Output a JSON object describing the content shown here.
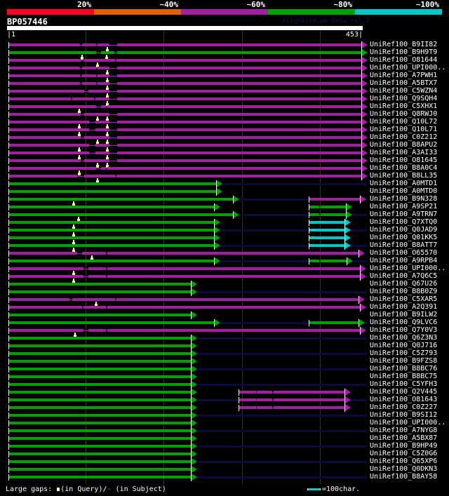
{
  "header": {
    "scale_labels": [
      "20%",
      "~40%",
      "~60%",
      "~80%",
      "~100%"
    ],
    "scale_colors": [
      "#ff0022",
      "#e06000",
      "#a020a0",
      "#00a000",
      "#00c8c8"
    ],
    "query_name": "BP057446",
    "credit": "AlignView.pm Beta rel.7",
    "query_start": "|1",
    "query_end": "453|",
    "query_length": 453
  },
  "colors": {
    "magenta": "#a020a0",
    "green": "#00a000",
    "cyan": "#00c8c8",
    "gap_marker": "#ffff80"
  },
  "rows": [
    {
      "id": "UniRef100_B9II82",
      "blocks": [
        {
          "c": "magenta",
          "s": [
            [
              1,
              93
            ],
            [
              95,
              113
            ],
            [
              115,
              130
            ],
            [
              140,
              453
            ]
          ]
        }
      ],
      "gaps": [
        128
      ]
    },
    {
      "id": "UniRef100_B9H9T9",
      "blocks": [
        {
          "c": "green",
          "s": [
            [
              1,
              113
            ],
            [
              120,
              137
            ],
            [
              140,
              453
            ]
          ]
        }
      ],
      "gaps": [
        95,
        127
      ]
    },
    {
      "id": "UniRef100_O81644",
      "blocks": [
        {
          "c": "magenta",
          "s": [
            [
              1,
              94
            ],
            [
              98,
              138
            ],
            [
              139,
              453
            ]
          ]
        }
      ],
      "gaps": [
        115
      ]
    },
    {
      "id": "UniRef100_UPI000..",
      "blocks": [
        {
          "c": "magenta",
          "s": [
            [
              1,
              93
            ],
            [
              95,
              113
            ],
            [
              115,
              130
            ],
            [
              140,
              453
            ]
          ]
        }
      ],
      "gaps": [
        128
      ]
    },
    {
      "id": "UniRef100_A7PWH1",
      "blocks": [
        {
          "c": "magenta",
          "s": [
            [
              1,
              93
            ],
            [
              95,
              113
            ],
            [
              115,
              130
            ],
            [
              140,
              453
            ]
          ]
        }
      ],
      "gaps": [
        128
      ]
    },
    {
      "id": "UniRef100_A5BTX7",
      "blocks": [
        {
          "c": "magenta",
          "s": [
            [
              1,
              93
            ],
            [
              95,
              113
            ],
            [
              115,
              130
            ],
            [
              140,
              453
            ]
          ]
        }
      ],
      "gaps": [
        128
      ]
    },
    {
      "id": "UniRef100_C5WZN4",
      "blocks": [
        {
          "c": "magenta",
          "s": [
            [
              1,
              98
            ],
            [
              103,
              130
            ],
            [
              140,
              453
            ]
          ]
        }
      ],
      "gaps": [
        128
      ]
    },
    {
      "id": "UniRef100_Q9SQH4",
      "blocks": [
        {
          "c": "magenta",
          "s": [
            [
              1,
              81
            ],
            [
              83,
              111
            ],
            [
              112,
              130
            ],
            [
              140,
              453
            ]
          ]
        }
      ],
      "gaps": [
        128
      ]
    },
    {
      "id": "UniRef100_C5XHX1",
      "blocks": [
        {
          "c": "magenta",
          "s": [
            [
              1,
              113
            ],
            [
              120,
              126
            ],
            [
              128,
              453
            ]
          ]
        }
      ],
      "gaps": [
        92
      ]
    },
    {
      "id": "UniRef100_Q8RWJ0",
      "blocks": [
        {
          "c": "magenta",
          "s": [
            [
              1,
              94
            ],
            [
              98,
              130
            ],
            [
              140,
              453
            ]
          ]
        }
      ],
      "gaps": [
        115,
        128
      ]
    },
    {
      "id": "UniRef100_Q10L72",
      "blocks": [
        {
          "c": "magenta",
          "s": [
            [
              1,
              104
            ],
            [
              112,
              130
            ],
            [
              140,
              453
            ]
          ]
        }
      ],
      "gaps": [
        92,
        128
      ]
    },
    {
      "id": "UniRef100_Q10L71",
      "blocks": [
        {
          "c": "magenta",
          "s": [
            [
              1,
              104
            ],
            [
              112,
              130
            ],
            [
              140,
              453
            ]
          ]
        }
      ],
      "gaps": [
        92,
        128
      ]
    },
    {
      "id": "UniRef100_C0Z212",
      "blocks": [
        {
          "c": "magenta",
          "s": [
            [
              1,
              94
            ],
            [
              98,
              130
            ],
            [
              140,
              453
            ]
          ]
        }
      ],
      "gaps": [
        115,
        128
      ]
    },
    {
      "id": "UniRef100_B8APU2",
      "blocks": [
        {
          "c": "magenta",
          "s": [
            [
              1,
              104
            ],
            [
              112,
              130
            ],
            [
              140,
              453
            ]
          ]
        }
      ],
      "gaps": [
        92,
        128
      ]
    },
    {
      "id": "UniRef100_A3AI33",
      "blocks": [
        {
          "c": "magenta",
          "s": [
            [
              1,
              104
            ],
            [
              112,
              130
            ],
            [
              140,
              453
            ]
          ]
        }
      ],
      "gaps": [
        92,
        128
      ]
    },
    {
      "id": "UniRef100_O81645",
      "blocks": [
        {
          "c": "magenta",
          "s": [
            [
              1,
              94
            ],
            [
              98,
              130
            ],
            [
              140,
              453
            ]
          ]
        }
      ],
      "gaps": [
        115,
        128
      ]
    },
    {
      "id": "UniRef100_B8A0C4",
      "blocks": [
        {
          "c": "magenta",
          "s": [
            [
              1,
              113
            ],
            [
              120,
              126
            ],
            [
              128,
              453
            ]
          ]
        }
      ],
      "gaps": [
        92
      ]
    },
    {
      "id": "UniRef100_B8LL35",
      "blocks": [
        {
          "c": "magenta",
          "s": [
            [
              1,
              89
            ],
            [
              98,
              138
            ],
            [
              139,
              453
            ]
          ]
        }
      ],
      "gaps": [
        115
      ]
    },
    {
      "id": "UniRef100_A0MTD1",
      "blocks": [
        {
          "c": "green",
          "s": [
            [
              1,
              267
            ]
          ]
        }
      ],
      "gaps": []
    },
    {
      "id": "UniRef100_A0MTD0",
      "blocks": [
        {
          "c": "green",
          "s": [
            [
              1,
              267
            ]
          ]
        }
      ],
      "gaps": []
    },
    {
      "id": "UniRef100_B9N328",
      "blocks": [
        {
          "c": "green",
          "s": [
            [
              1,
              289
            ]
          ]
        },
        {
          "c": "magenta",
          "s": [
            [
              386,
              451
            ]
          ]
        }
      ],
      "gaps": [
        85
      ]
    },
    {
      "id": "UniRef100_A9SP21",
      "blocks": [
        {
          "c": "green",
          "s": [
            [
              1,
              264
            ]
          ]
        },
        {
          "c": "green",
          "s": [
            [
              386,
              399
            ],
            [
              401,
              433
            ]
          ]
        }
      ],
      "gaps": []
    },
    {
      "id": "UniRef100_A9TRN7",
      "blocks": [
        {
          "c": "green",
          "s": [
            [
              1,
              289
            ]
          ]
        },
        {
          "c": "green",
          "s": [
            [
              386,
              399
            ],
            [
              401,
              433
            ]
          ]
        }
      ],
      "gaps": [
        91
      ]
    },
    {
      "id": "UniRef100_Q7XTQ0",
      "blocks": [
        {
          "c": "green",
          "s": [
            [
              1,
              264
            ]
          ]
        },
        {
          "c": "cyan",
          "s": [
            [
              386,
              431
            ]
          ]
        }
      ],
      "gaps": [
        85
      ]
    },
    {
      "id": "UniRef100_Q0JAD9",
      "blocks": [
        {
          "c": "green",
          "s": [
            [
              1,
              264
            ]
          ]
        },
        {
          "c": "cyan",
          "s": [
            [
              386,
              431
            ]
          ]
        }
      ],
      "gaps": [
        85
      ]
    },
    {
      "id": "UniRef100_Q01KK5",
      "blocks": [
        {
          "c": "green",
          "s": [
            [
              1,
              264
            ]
          ]
        },
        {
          "c": "cyan",
          "s": [
            [
              386,
              431
            ]
          ]
        }
      ],
      "gaps": [
        85
      ]
    },
    {
      "id": "UniRef100_B8ATT7",
      "blocks": [
        {
          "c": "green",
          "s": [
            [
              1,
              264
            ]
          ]
        },
        {
          "c": "cyan",
          "s": [
            [
              386,
              431
            ]
          ]
        }
      ],
      "gaps": [
        85
      ]
    },
    {
      "id": "UniRef100_O65570",
      "blocks": [
        {
          "c": "magenta",
          "s": [
            [
              1,
              89
            ],
            [
              95,
              126
            ],
            [
              128,
              449
            ]
          ]
        }
      ],
      "gaps": [
        108
      ]
    },
    {
      "id": "UniRef100_A9RPB4",
      "blocks": [
        {
          "c": "green",
          "s": [
            [
              1,
              264
            ]
          ]
        },
        {
          "c": "green",
          "s": [
            [
              386,
              399
            ],
            [
              401,
              434
            ]
          ]
        }
      ],
      "gaps": []
    },
    {
      "id": "UniRef100_UPI000..",
      "blocks": [
        {
          "c": "magenta",
          "s": [
            [
              1,
              97
            ],
            [
              103,
              126
            ],
            [
              128,
              451
            ]
          ]
        }
      ],
      "gaps": [
        85
      ]
    },
    {
      "id": "UniRef100_A7Q6C5",
      "blocks": [
        {
          "c": "magenta",
          "s": [
            [
              1,
              97
            ],
            [
              103,
              126
            ],
            [
              128,
              451
            ]
          ]
        }
      ],
      "gaps": [
        85
      ]
    },
    {
      "id": "UniRef100_Q67U26",
      "blocks": [
        {
          "c": "green",
          "s": [
            [
              1,
              235
            ]
          ]
        }
      ],
      "gaps": []
    },
    {
      "id": "UniRef100_B8B0Z9",
      "blocks": [
        {
          "c": "green",
          "s": [
            [
              1,
              235
            ]
          ]
        }
      ],
      "gaps": []
    },
    {
      "id": "UniRef100_C5XAR5",
      "blocks": [
        {
          "c": "magenta",
          "s": [
            [
              1,
              79
            ],
            [
              83,
              138
            ],
            [
              139,
              449
            ]
          ]
        }
      ],
      "gaps": [
        113
      ]
    },
    {
      "id": "UniRef100_A2Q391",
      "blocks": [
        {
          "c": "magenta",
          "s": [
            [
              1,
              95
            ],
            [
              97,
              126
            ],
            [
              128,
              451
            ]
          ]
        }
      ],
      "gaps": []
    },
    {
      "id": "UniRef100_B9ILW2",
      "blocks": [
        {
          "c": "green",
          "s": [
            [
              1,
              235
            ]
          ]
        }
      ],
      "gaps": []
    },
    {
      "id": "UniRef100_Q9LVC6",
      "blocks": [
        {
          "c": "green",
          "s": [
            [
              1,
              264
            ]
          ]
        },
        {
          "c": "green",
          "s": [
            [
              386,
              449
            ]
          ]
        }
      ],
      "gaps": []
    },
    {
      "id": "UniRef100_Q7Y0V3",
      "blocks": [
        {
          "c": "magenta",
          "s": [
            [
              1,
              97
            ],
            [
              103,
              126
            ],
            [
              128,
              451
            ]
          ]
        }
      ],
      "gaps": [
        86
      ]
    },
    {
      "id": "UniRef100_Q6Z3N3",
      "blocks": [
        {
          "c": "green",
          "s": [
            [
              1,
              235
            ]
          ]
        }
      ],
      "gaps": []
    },
    {
      "id": "UniRef100_Q0J716",
      "blocks": [
        {
          "c": "green",
          "s": [
            [
              1,
              235
            ]
          ]
        }
      ],
      "gaps": []
    },
    {
      "id": "UniRef100_C5Z793",
      "blocks": [
        {
          "c": "green",
          "s": [
            [
              1,
              235
            ]
          ]
        }
      ],
      "gaps": []
    },
    {
      "id": "UniRef100_B9FZS8",
      "blocks": [
        {
          "c": "green",
          "s": [
            [
              1,
              235
            ]
          ]
        }
      ],
      "gaps": []
    },
    {
      "id": "UniRef100_B8BC76",
      "blocks": [
        {
          "c": "green",
          "s": [
            [
              1,
              235
            ]
          ]
        }
      ],
      "gaps": []
    },
    {
      "id": "UniRef100_B8BC75",
      "blocks": [
        {
          "c": "green",
          "s": [
            [
              1,
              235
            ]
          ]
        }
      ],
      "gaps": []
    },
    {
      "id": "UniRef100_C5YFH3",
      "blocks": [
        {
          "c": "green",
          "s": [
            [
              1,
              235
            ]
          ]
        }
      ],
      "gaps": []
    },
    {
      "id": "UniRef100_Q2V445",
      "blocks": [
        {
          "c": "green",
          "s": [
            [
              1,
              235
            ]
          ]
        },
        {
          "c": "magenta",
          "s": [
            [
              296,
              318
            ],
            [
              319,
              339
            ],
            [
              341,
              431
            ]
          ]
        }
      ],
      "gaps": []
    },
    {
      "id": "UniRef100_O81643",
      "blocks": [
        {
          "c": "green",
          "s": [
            [
              1,
              235
            ]
          ]
        },
        {
          "c": "magenta",
          "s": [
            [
              296,
              318
            ],
            [
              319,
              339
            ],
            [
              341,
              431
            ]
          ]
        }
      ],
      "gaps": []
    },
    {
      "id": "UniRef100_C0Z227",
      "blocks": [
        {
          "c": "green",
          "s": [
            [
              1,
              235
            ]
          ]
        },
        {
          "c": "magenta",
          "s": [
            [
              296,
              318
            ],
            [
              319,
              339
            ],
            [
              341,
              431
            ]
          ]
        }
      ],
      "gaps": []
    },
    {
      "id": "UniRef100_B9SI12",
      "blocks": [
        {
          "c": "green",
          "s": [
            [
              1,
              235
            ]
          ]
        }
      ],
      "gaps": []
    },
    {
      "id": "UniRef100_UPI000..",
      "blocks": [
        {
          "c": "green",
          "s": [
            [
              1,
              235
            ]
          ]
        }
      ],
      "gaps": []
    },
    {
      "id": "UniRef100_A7NYG8",
      "blocks": [
        {
          "c": "green",
          "s": [
            [
              1,
              235
            ]
          ]
        }
      ],
      "gaps": []
    },
    {
      "id": "UniRef100_A5BX87",
      "blocks": [
        {
          "c": "green",
          "s": [
            [
              1,
              235
            ]
          ]
        }
      ],
      "gaps": []
    },
    {
      "id": "UniRef100_B9HP49",
      "blocks": [
        {
          "c": "green",
          "s": [
            [
              1,
              235
            ]
          ]
        }
      ],
      "gaps": []
    },
    {
      "id": "UniRef100_C5Z0G6",
      "blocks": [
        {
          "c": "green",
          "s": [
            [
              1,
              235
            ]
          ]
        }
      ],
      "gaps": []
    },
    {
      "id": "UniRef100_Q65XP6",
      "blocks": [
        {
          "c": "green",
          "s": [
            [
              1,
              235
            ]
          ]
        }
      ],
      "gaps": []
    },
    {
      "id": "UniRef100_Q0DKN3",
      "blocks": [
        {
          "c": "green",
          "s": [
            [
              1,
              235
            ]
          ]
        }
      ],
      "gaps": []
    },
    {
      "id": "UniRef100_B8AY58",
      "blocks": [
        {
          "c": "green",
          "s": [
            [
              1,
              235
            ]
          ]
        }
      ],
      "gaps": []
    }
  ],
  "footer": {
    "large_gaps_label": "Large gaps:",
    "in_query": "(in Query)/",
    "subject_mark": "-",
    "in_subject": " (in Subject)",
    "scale_legend": "=100char."
  }
}
